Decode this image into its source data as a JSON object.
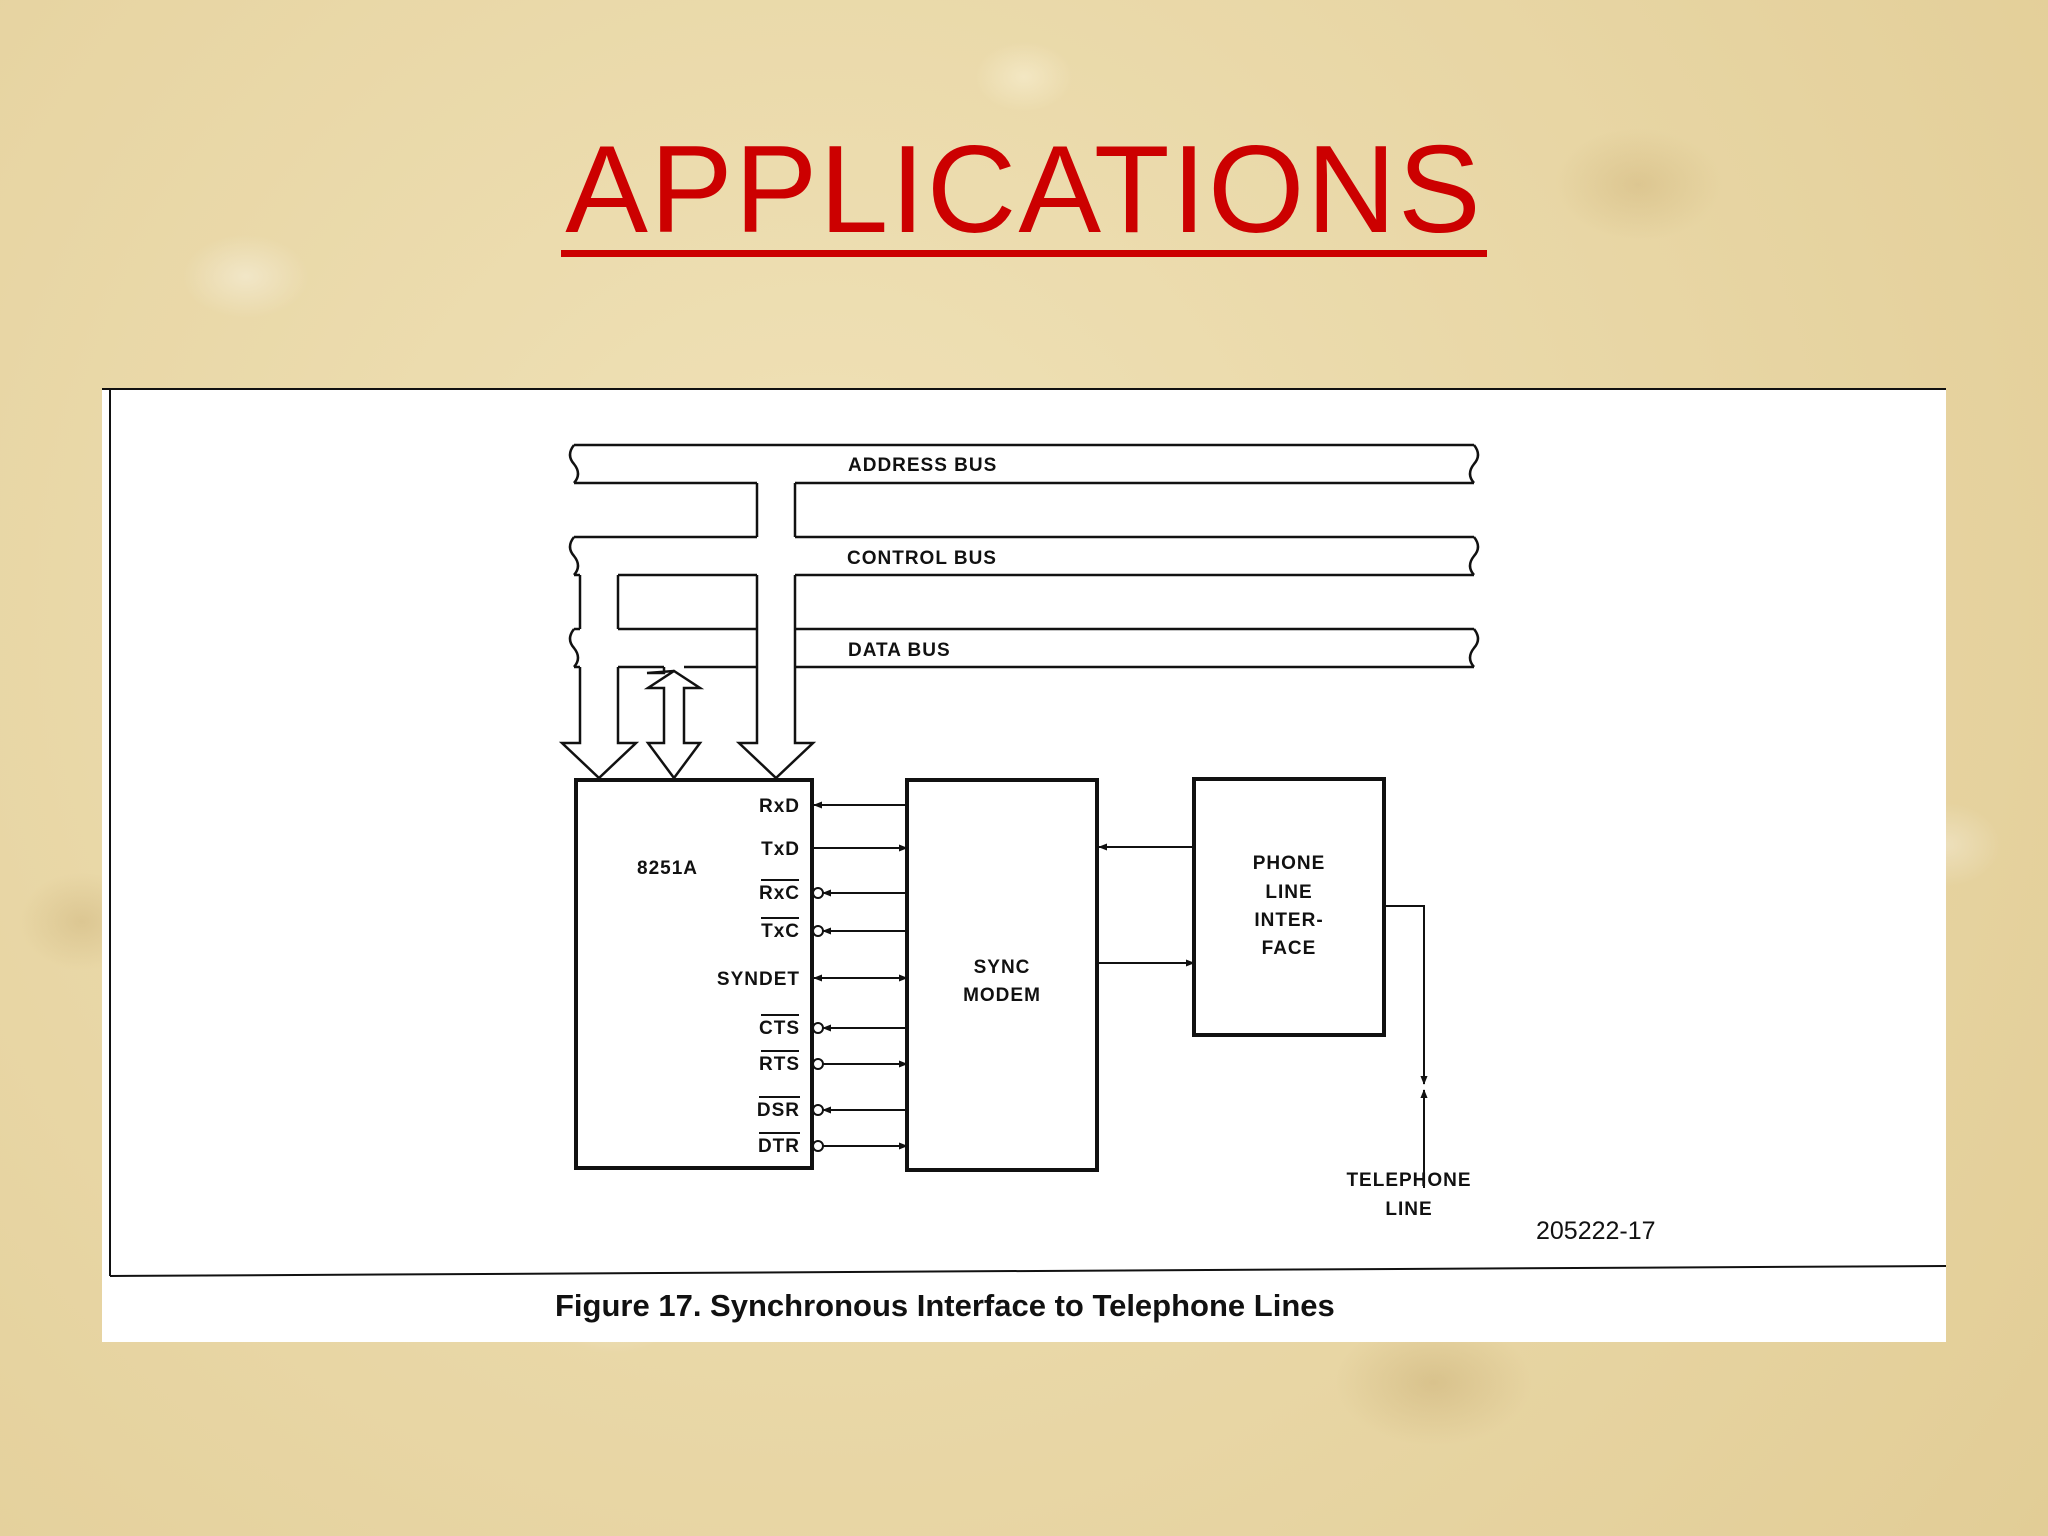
{
  "slide": {
    "title": "APPLICATIONS"
  },
  "figure": {
    "caption": "Figure 17. Synchronous Interface to Telephone Lines",
    "figure_number": "205222-17",
    "buses": {
      "address": "ADDRESS BUS",
      "control": "CONTROL BUS",
      "data": "DATA BUS"
    },
    "chip": {
      "name": "8251A",
      "pins": {
        "rxd": "RxD",
        "txd": "TxD",
        "rxc": "RxC",
        "txc": "TxC",
        "syndet": "SYNDET",
        "cts": "CTS",
        "rts": "RTS",
        "dsr": "DSR",
        "dtr": "DTR"
      }
    },
    "modem": {
      "line1": "SYNC",
      "line2": "MODEM"
    },
    "phone_interface": {
      "line1": "PHONE",
      "line2": "LINE",
      "line3": "INTER-",
      "line4": "FACE"
    },
    "telephone_line": {
      "line1": "TELEPHONE",
      "line2": "LINE"
    }
  }
}
